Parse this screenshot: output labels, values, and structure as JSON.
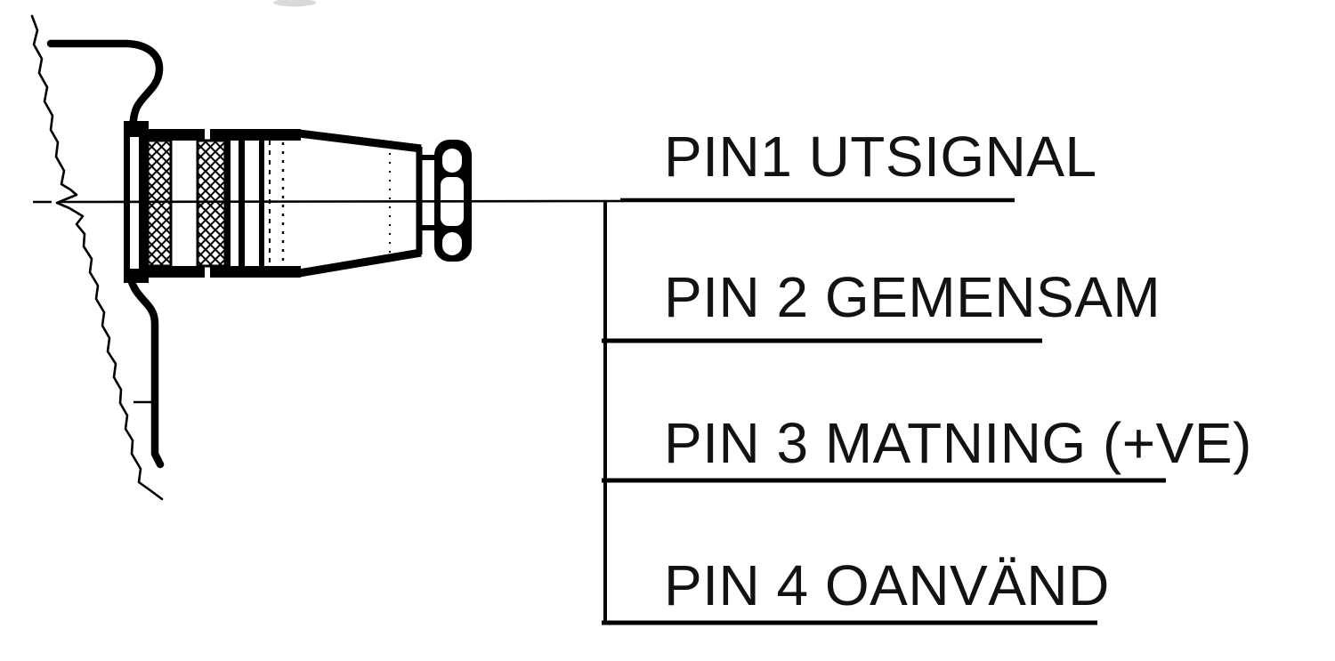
{
  "diagram": {
    "pins": [
      {
        "label": "PIN1 UTSIGNAL"
      },
      {
        "label": "PIN 2 GEMENSAM"
      },
      {
        "label": "PIN 3 MATNING (+VE)"
      },
      {
        "label": "PIN 4 OANVÄND"
      }
    ],
    "colors": {
      "ink": "#121212",
      "paper": "#ffffff"
    }
  }
}
